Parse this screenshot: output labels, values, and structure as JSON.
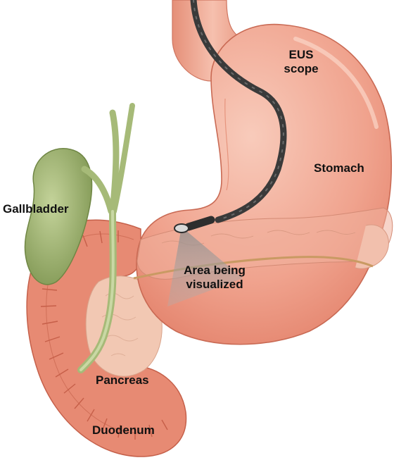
{
  "labels": {
    "eus_scope_line1": "EUS",
    "eus_scope_line2": "scope",
    "stomach": "Stomach",
    "gallbladder": "Gallbladder",
    "area_line1": "Area being",
    "area_line2": "visualized",
    "pancreas": "Pancreas",
    "duodenum": "Duodenum"
  },
  "colors": {
    "stomach": "#f0a38e",
    "stomach_highlight": "#f7c2b2",
    "duodenum": "#e78a73",
    "pancreas": "#f2c8b3",
    "gallbladder": "#9bb06a",
    "bile_duct": "#b8c98d",
    "scope": "#3a3a3a",
    "visualized_area": "#9a9a9a"
  }
}
